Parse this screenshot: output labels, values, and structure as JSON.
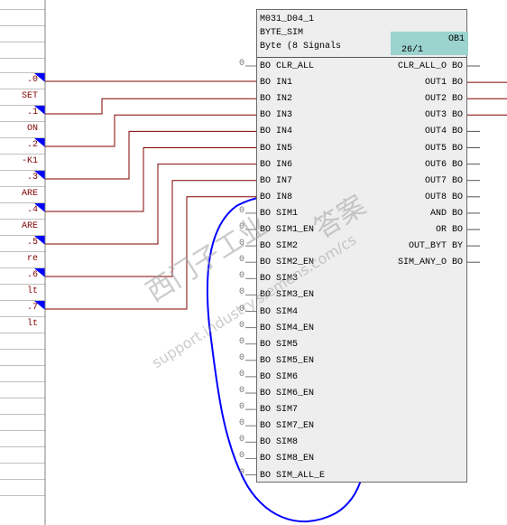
{
  "left_table": {
    "rows": [
      {
        "label": ".0",
        "marker": true
      },
      {
        "label": "SET",
        "marker": false
      },
      {
        "label": ".1",
        "marker": true
      },
      {
        "label": "ON",
        "marker": false
      },
      {
        "label": ".2",
        "marker": true
      },
      {
        "label": "-K1",
        "marker": false
      },
      {
        "label": ".3",
        "marker": true
      },
      {
        "label": "ARE",
        "marker": false
      },
      {
        "label": ".4",
        "marker": true
      },
      {
        "label": "ARE",
        "marker": false
      },
      {
        "label": ".5",
        "marker": true
      },
      {
        "label": "re",
        "marker": false
      },
      {
        "label": ".6",
        "marker": true
      },
      {
        "label": "lt",
        "marker": false
      },
      {
        "label": ".7",
        "marker": true
      },
      {
        "label": "lt",
        "marker": false
      }
    ]
  },
  "block": {
    "instance_name": "M031_D04_1",
    "type_name": "BYTE_SIM",
    "comment": "Byte (8 Signals",
    "ob_label": "OB1",
    "run_position": "26/1",
    "inputs": [
      {
        "label": "BO CLR_ALL",
        "value": "0"
      },
      {
        "label": "BO IN1",
        "value": ""
      },
      {
        "label": "BO IN2",
        "value": ""
      },
      {
        "label": "BO IN3",
        "value": ""
      },
      {
        "label": "BO IN4",
        "value": ""
      },
      {
        "label": "BO IN5",
        "value": ""
      },
      {
        "label": "BO IN6",
        "value": ""
      },
      {
        "label": "BO IN7",
        "value": ""
      },
      {
        "label": "BO IN8",
        "value": ""
      },
      {
        "label": "BO SIM1",
        "value": "0"
      },
      {
        "label": "BO SIM1_EN",
        "value": "0"
      },
      {
        "label": "BO SIM2",
        "value": "0"
      },
      {
        "label": "BO SIM2_EN",
        "value": "0"
      },
      {
        "label": "BO SIM3",
        "value": "0"
      },
      {
        "label": "BO SIM3_EN",
        "value": "0"
      },
      {
        "label": "BO SIM4",
        "value": "0"
      },
      {
        "label": "BO SIM4_EN",
        "value": "0"
      },
      {
        "label": "BO SIM5",
        "value": "0"
      },
      {
        "label": "BO SIM5_EN",
        "value": "0"
      },
      {
        "label": "BO SIM6",
        "value": "0"
      },
      {
        "label": "BO SIM6_EN",
        "value": "0"
      },
      {
        "label": "BO SIM7",
        "value": "0"
      },
      {
        "label": "BO SIM7_EN",
        "value": "0"
      },
      {
        "label": "BO SIM8",
        "value": "0"
      },
      {
        "label": "BO SIM8_EN",
        "value": "0"
      },
      {
        "label": "BO SIM_ALL_E",
        "value": "0"
      }
    ],
    "outputs": [
      {
        "label": "CLR_ALL_O BO"
      },
      {
        "label": "OUT1 BO"
      },
      {
        "label": "OUT2 BO"
      },
      {
        "label": "OUT3 BO"
      },
      {
        "label": "OUT4 BO"
      },
      {
        "label": "OUT5 BO"
      },
      {
        "label": "OUT6 BO"
      },
      {
        "label": "OUT7 BO"
      },
      {
        "label": "OUT8 BO"
      },
      {
        "label": "AND BO"
      },
      {
        "label": "OR BO"
      },
      {
        "label": "OUT_BYT BY"
      },
      {
        "label": "SIM_ANY_O BO"
      }
    ]
  },
  "watermark": {
    "line1": "西门子工业",
    "line2": "support.industry.siemens.com/cs",
    "line3": "答案"
  },
  "colors": {
    "wire": "#800000",
    "marker": "#0000ff",
    "annotation": "#0000ff",
    "block_fill": "#eeeeee",
    "header_accent": "#9cd3cf"
  }
}
